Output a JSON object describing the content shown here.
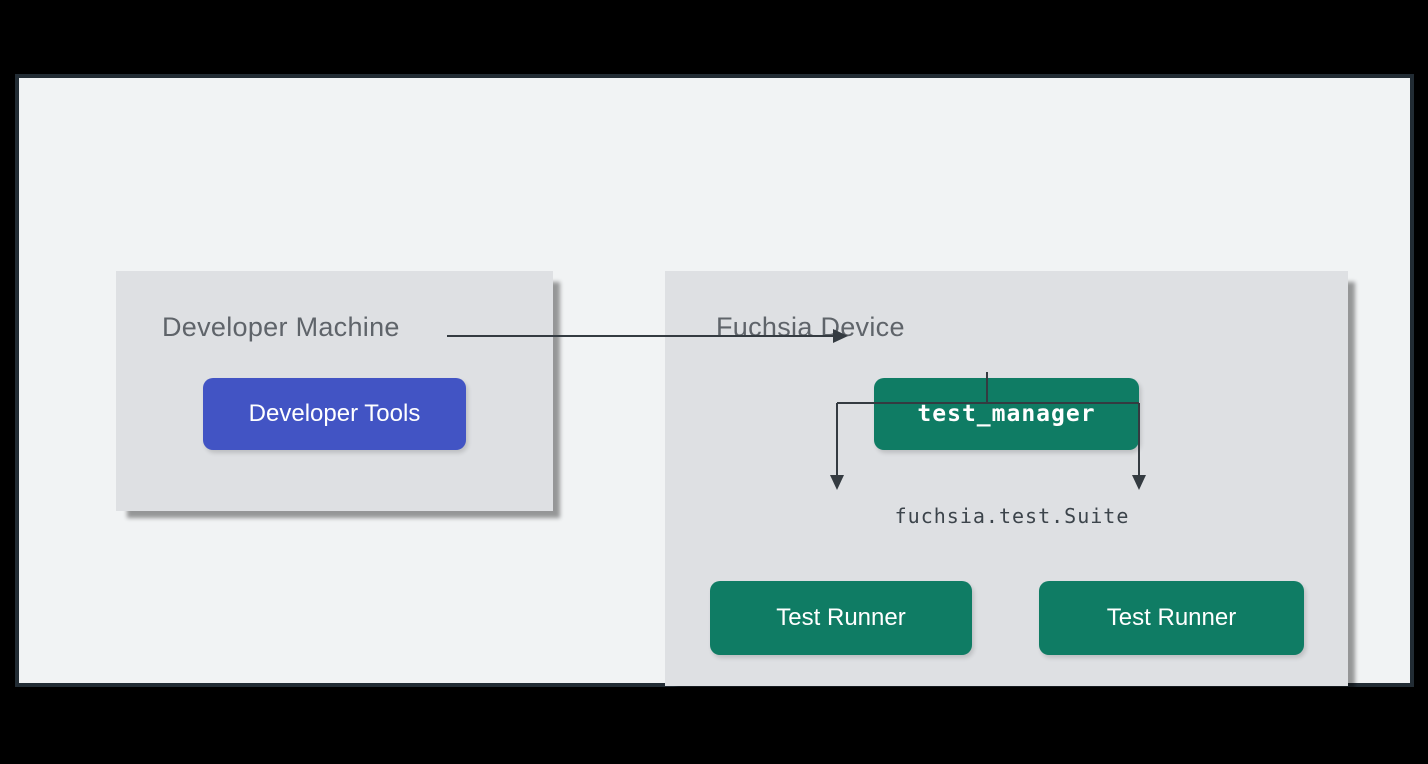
{
  "diagram": {
    "groups": {
      "developer_machine": {
        "title": "Developer Machine",
        "nodes": {
          "developer_tools": {
            "label": "Developer Tools"
          }
        }
      },
      "fuchsia_device": {
        "title": "Fuchsia Device",
        "nodes": {
          "test_manager": {
            "label": "test_manager"
          },
          "test_runner_left": {
            "label": "Test Runner"
          },
          "test_runner_right": {
            "label": "Test Runner"
          }
        },
        "edge_label": "fuchsia.test.Suite"
      }
    },
    "edges": [
      {
        "from": "developer_tools",
        "to": "test_manager",
        "type": "arrow"
      },
      {
        "from": "test_manager",
        "to": "test_runner_left",
        "type": "arrow",
        "label": "fuchsia.test.Suite"
      },
      {
        "from": "test_manager",
        "to": "test_runner_right",
        "type": "arrow",
        "label": "fuchsia.test.Suite"
      }
    ],
    "colors": {
      "outer_background": "#000000",
      "panel_fill": "#f1f3f4",
      "panel_border": "#222c34",
      "group_fill": "#dee0e3",
      "node_blue": "#4254c4",
      "node_green": "#0f7c64",
      "node_text": "#ffffff",
      "group_title_text": "#5f646a",
      "edge_label_text": "#3c444b",
      "arrow": "#343b41"
    }
  }
}
